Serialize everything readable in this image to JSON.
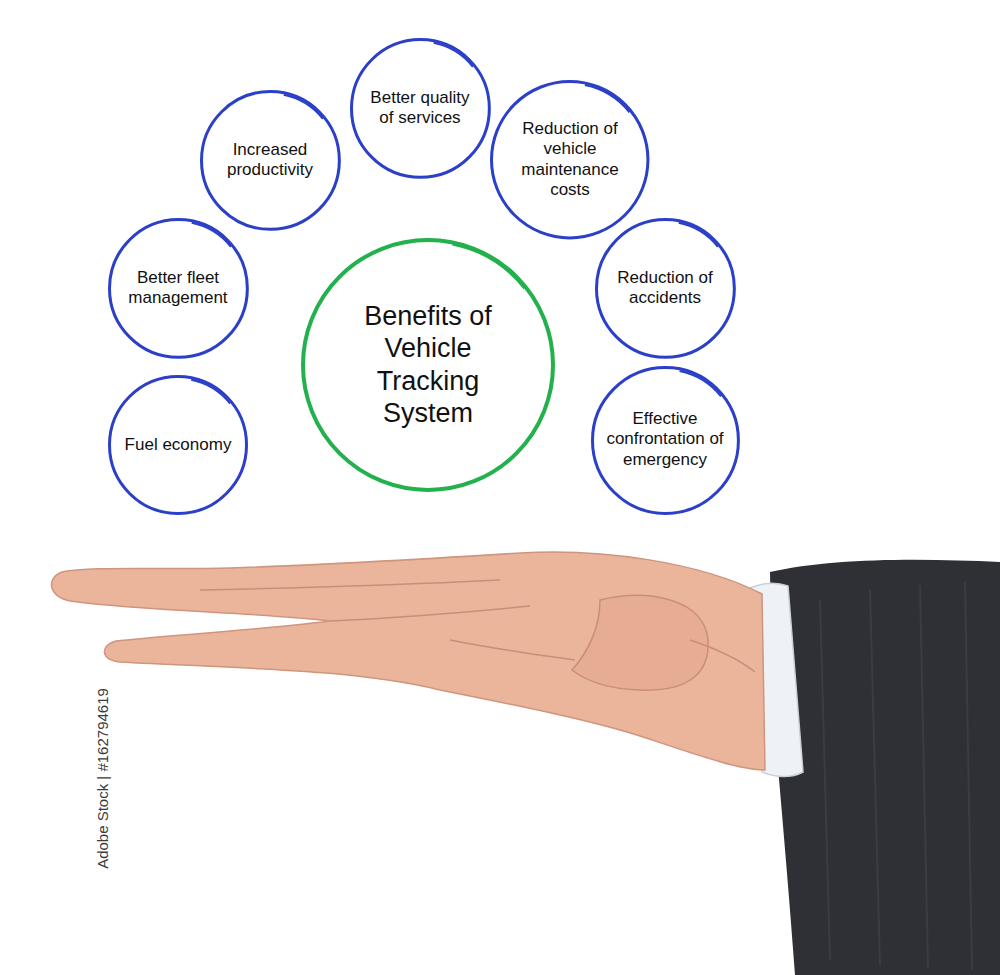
{
  "diagram": {
    "nodes": [
      {
        "text": [
          "Benefits of Vehicle Tracking System"
        ]
      },
      {
        "text": [
          "Fuel economy"
        ]
      },
      {
        "text": [
          "Better fleet management"
        ]
      },
      {
        "text": [
          "Increased productivity"
        ]
      },
      {
        "text": [
          "Better quality of services"
        ]
      },
      {
        "text": [
          "Reduction of vehicle maintenance costs"
        ]
      },
      {
        "text": [
          "Reduction of accidents"
        ]
      },
      {
        "text": [
          "Effective confrontation of emergency"
        ]
      }
    ],
    "labels": [
      "Adobe Stock | #162794619"
    ]
  }
}
